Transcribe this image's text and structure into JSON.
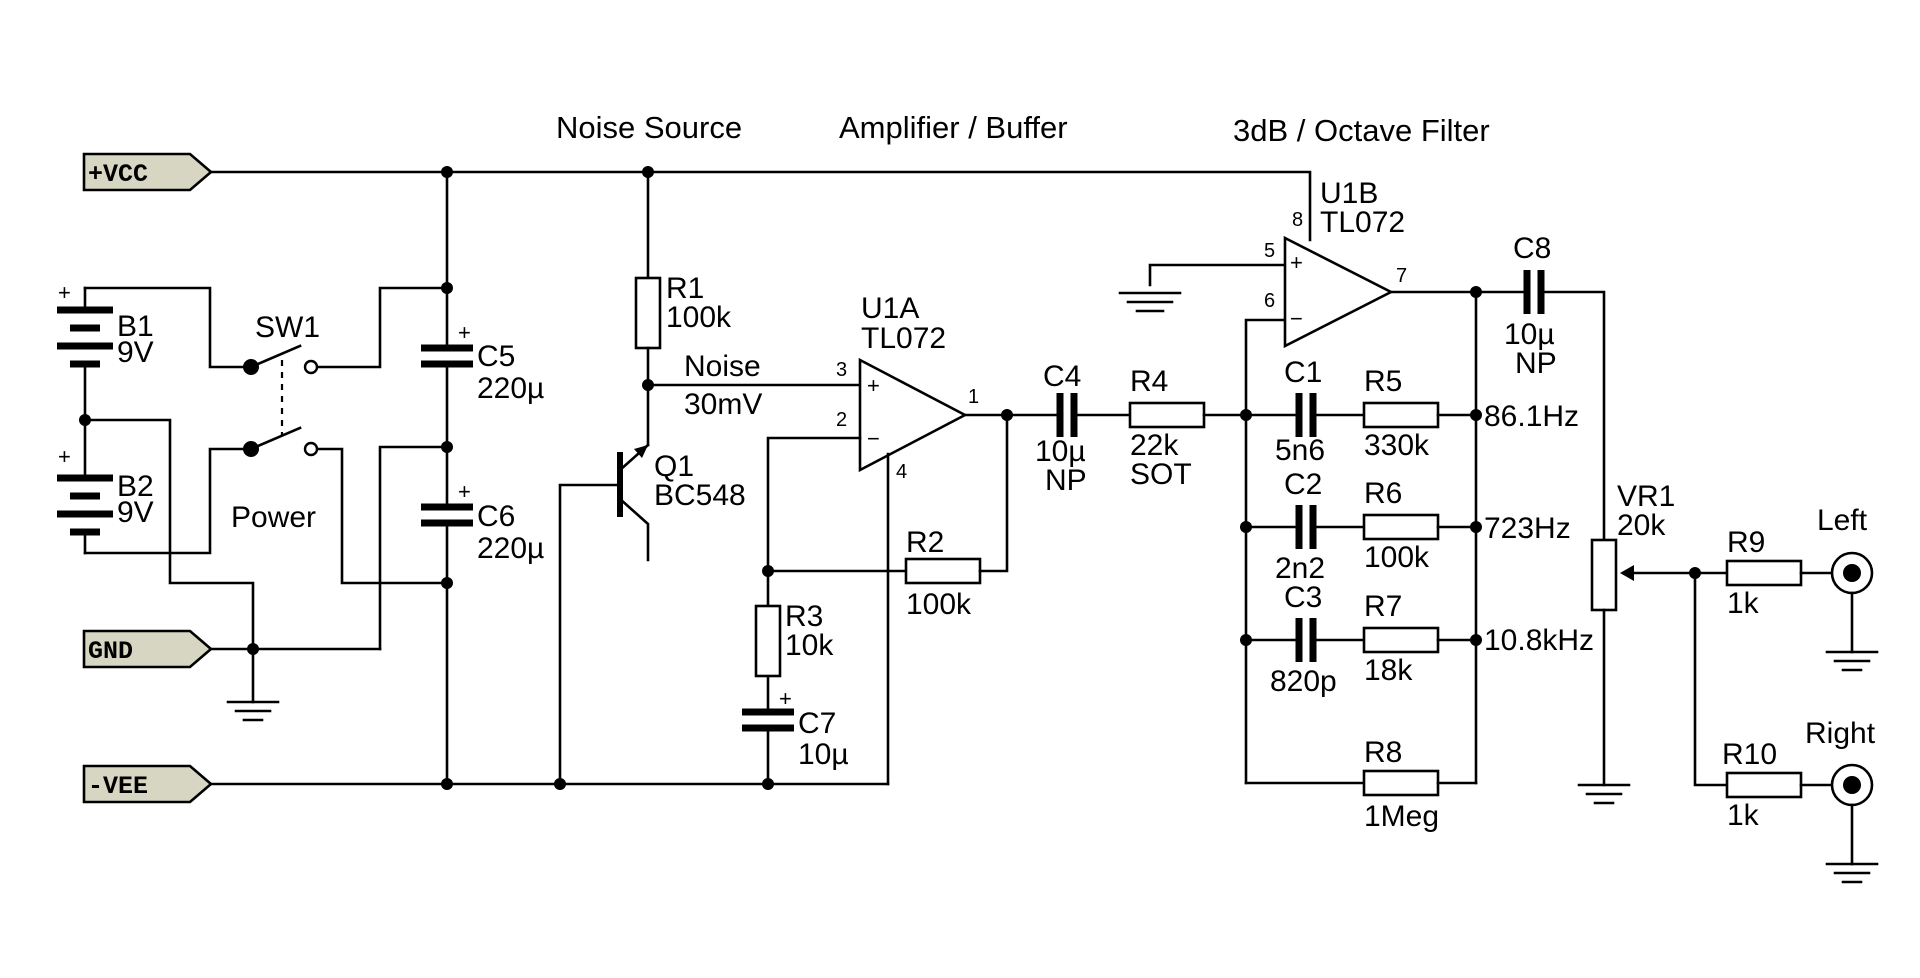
{
  "sections": {
    "noise_source": "Noise Source",
    "amplifier": "Amplifier / Buffer",
    "filter": "3dB / Octave Filter"
  },
  "ports": {
    "vcc": "+VCC",
    "gnd": "GND",
    "vee": "-VEE"
  },
  "batteries": {
    "b1": {
      "ref": "B1",
      "value": "9V"
    },
    "b2": {
      "ref": "B2",
      "value": "9V"
    },
    "plus": "+"
  },
  "switch": {
    "ref": "SW1",
    "label": "Power"
  },
  "capacitors": {
    "c5": {
      "ref": "C5",
      "value": "220µ"
    },
    "c6": {
      "ref": "C6",
      "value": "220µ"
    },
    "c7": {
      "ref": "C7",
      "value": "10µ"
    },
    "c4": {
      "ref": "C4",
      "value": "10µ",
      "type": "NP"
    },
    "c8": {
      "ref": "C8",
      "value": "10µ",
      "type": "NP"
    },
    "c1": {
      "ref": "C1",
      "value": "5n6"
    },
    "c2": {
      "ref": "C2",
      "value": "2n2"
    },
    "c3": {
      "ref": "C3",
      "value": "820p"
    }
  },
  "resistors": {
    "r1": {
      "ref": "R1",
      "value": "100k"
    },
    "r2": {
      "ref": "R2",
      "value": "100k"
    },
    "r3": {
      "ref": "R3",
      "value": "10k"
    },
    "r4": {
      "ref": "R4",
      "value": "22k",
      "note": "SOT"
    },
    "r5": {
      "ref": "R5",
      "value": "330k"
    },
    "r6": {
      "ref": "R6",
      "value": "100k"
    },
    "r7": {
      "ref": "R7",
      "value": "18k"
    },
    "r8": {
      "ref": "R8",
      "value": "1Meg"
    },
    "r9": {
      "ref": "R9",
      "value": "1k"
    },
    "r10": {
      "ref": "R10",
      "value": "1k"
    }
  },
  "transistor": {
    "ref": "Q1",
    "part": "BC548"
  },
  "noise_label": {
    "name": "Noise",
    "level": "30mV"
  },
  "opamps": {
    "u1a": {
      "ref": "U1A",
      "part": "TL072",
      "pins": [
        "3",
        "2",
        "1",
        "4"
      ]
    },
    "u1b": {
      "ref": "U1B",
      "part": "TL072",
      "pins": [
        "5",
        "6",
        "7",
        "8"
      ]
    },
    "plus": "+",
    "minus": "−"
  },
  "frequencies": [
    "86.1Hz",
    "723Hz",
    "10.8kHz"
  ],
  "pot": {
    "ref": "VR1",
    "value": "20k"
  },
  "outputs": {
    "left": "Left",
    "right": "Right"
  }
}
